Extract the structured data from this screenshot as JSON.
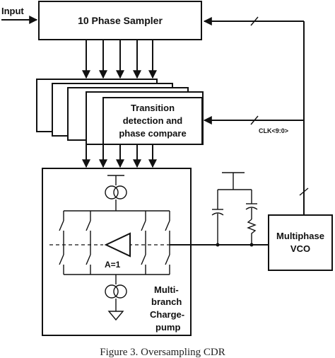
{
  "diagram": {
    "input_label": "Input",
    "sampler_label": "10 Phase Sampler",
    "transition_label": [
      "Transition",
      "detection and",
      "phase compare"
    ],
    "clk_label": "CLK<9:0>",
    "buffer_label": "A=1",
    "chargepump_label": [
      "Multi-",
      "branch",
      "Charge-",
      "pump"
    ],
    "vco_label": [
      "Multiphase",
      "VCO"
    ],
    "caption": "Figure 3. Oversampling CDR"
  }
}
